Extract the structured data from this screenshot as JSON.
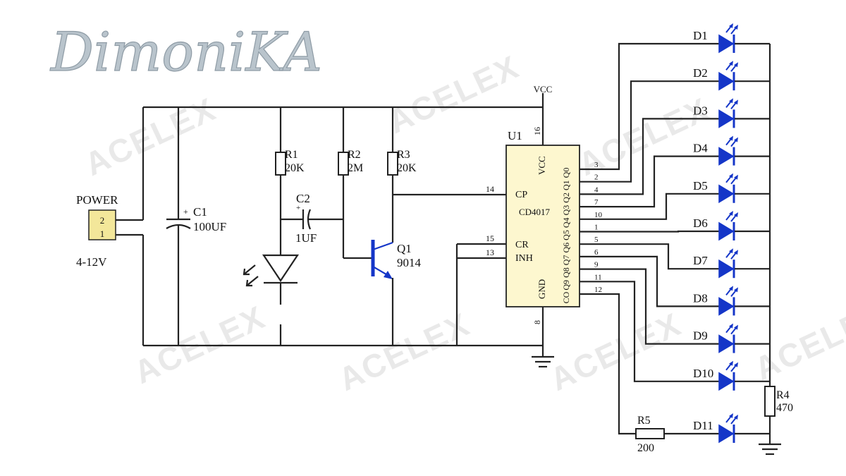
{
  "logo": "DimoniKA",
  "watermark": "ACELEX",
  "power": {
    "label": "POWER",
    "pins": [
      "2",
      "1"
    ],
    "voltage": "4-12V"
  },
  "vcc": "VCC",
  "c1": {
    "name": "C1",
    "value": "100UF",
    "polarity": "+"
  },
  "r1": {
    "name": "R1",
    "value": "20K"
  },
  "r2": {
    "name": "R2",
    "value": "2M"
  },
  "r3": {
    "name": "R3",
    "value": "20K"
  },
  "c2": {
    "name": "C2",
    "value": "1UF",
    "polarity": "+"
  },
  "q1": {
    "name": "Q1",
    "value": "9014"
  },
  "u1": {
    "name": "U1",
    "chip": "CD4017",
    "vcc_label": "VCC",
    "gnd_label": "GND",
    "pin_vcc": "16",
    "pin_gnd": "8",
    "cp": {
      "label": "CP",
      "pin": "14"
    },
    "cr": {
      "label": "CR",
      "pin": "15"
    },
    "inh": {
      "label": "INH",
      "pin": "13"
    },
    "outputs": [
      {
        "label": "Q0",
        "pin": "3"
      },
      {
        "label": "Q1",
        "pin": "2"
      },
      {
        "label": "Q2",
        "pin": "4"
      },
      {
        "label": "Q3",
        "pin": "7"
      },
      {
        "label": "Q4",
        "pin": "10"
      },
      {
        "label": "Q5",
        "pin": "1"
      },
      {
        "label": "Q6",
        "pin": "5"
      },
      {
        "label": "Q7",
        "pin": "6"
      },
      {
        "label": "Q8",
        "pin": "9"
      },
      {
        "label": "Q9",
        "pin": "11"
      },
      {
        "label": "CO",
        "pin": "12"
      }
    ]
  },
  "leds": [
    "D1",
    "D2",
    "D3",
    "D4",
    "D5",
    "D6",
    "D7",
    "D8",
    "D9",
    "D10",
    "D11"
  ],
  "r4": {
    "name": "R4",
    "value": "470"
  },
  "r5": {
    "name": "R5",
    "value": "200"
  },
  "colors": {
    "wire": "#222222",
    "led": "#1536c8",
    "logo": "#8e9ba5",
    "watermark": "#e9e9e9"
  }
}
